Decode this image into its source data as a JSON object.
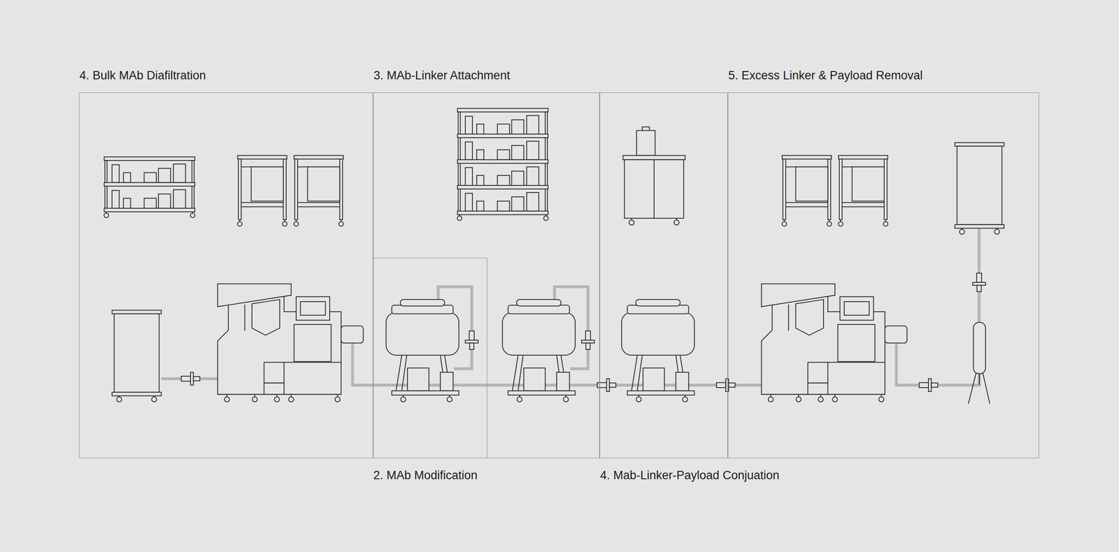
{
  "diagram": {
    "nodes": [
      {
        "text": [
          "4. Bulk MAb Diafiltration"
        ]
      },
      {
        "text": [
          "3. MAb-Linker Attachment"
        ]
      },
      {
        "text": [
          "2. MAb Modification"
        ],
        "in": 1
      },
      {
        "text": [
          "4. Mab-Linker-Payload Conjuation"
        ]
      },
      {
        "text": [
          "5. Excess Linker & Payload Removal"
        ]
      }
    ]
  }
}
